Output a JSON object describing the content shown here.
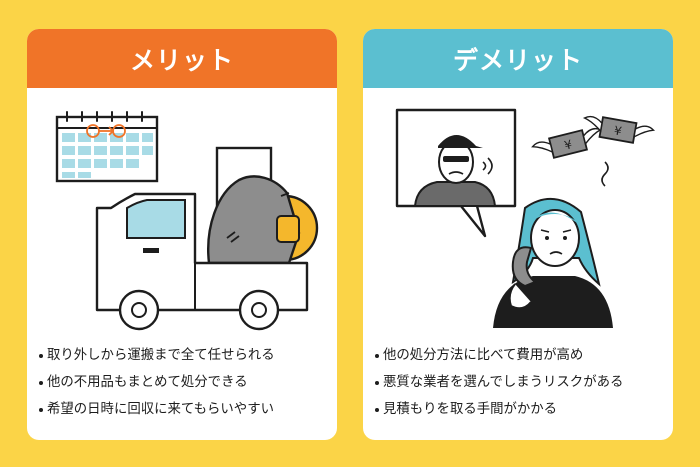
{
  "merit": {
    "title": "メリット",
    "items": [
      "取り外しから運搬まで全て任せられる",
      "他の不用品もまとめて処分できる",
      "希望の日時に回収に来てもらいやすい"
    ]
  },
  "demerit": {
    "title": "デメリット",
    "items": [
      "他の処分方法に比べて費用が高め",
      "悪質な業者を選んでしまうリスクがある",
      "見積もりを取る手間がかかる"
    ]
  },
  "colors": {
    "background": "#fbd447",
    "merit_header": "#f07428",
    "demerit_header": "#5bbfd0",
    "truck_window": "#a8dbe6",
    "calendar": "#a8dbe6",
    "gold": "#f4b72c",
    "grey": "#8d8d8d",
    "hair": "#5bbfd0",
    "outline": "#1d1d1d"
  },
  "icons": {
    "merit_illustration": "truck-with-appliances-icon",
    "calendar": "calendar-icon",
    "demerit_illustration": "woman-on-phone-icon",
    "caller": "suspicious-man-icon",
    "money": "flying-money-icon"
  }
}
